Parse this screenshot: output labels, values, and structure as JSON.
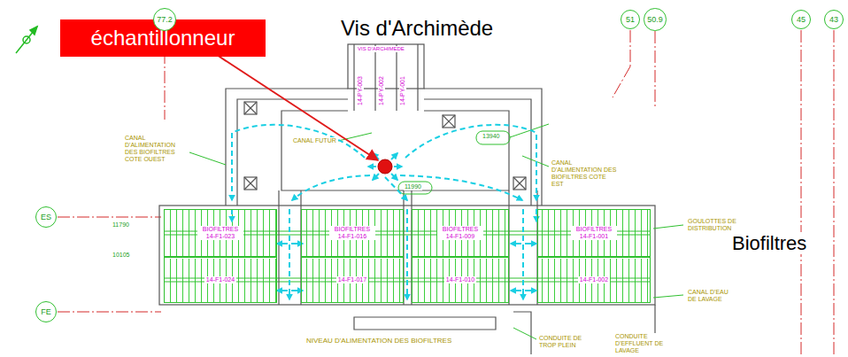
{
  "diagram": {
    "nodes": [
      {
        "text": [
          "échantillonneur"
        ]
      },
      {
        "text": [
          "77.2"
        ]
      },
      {
        "text": [
          "51"
        ]
      },
      {
        "text": [
          "50.9"
        ]
      },
      {
        "text": [
          "45"
        ]
      },
      {
        "text": [
          "43"
        ]
      },
      {
        "text": [
          "ES"
        ]
      },
      {
        "text": [
          "BIOFILTRES 14-F1-023"
        ]
      },
      {
        "text": [
          "BIOFILTRES 14-F1-016"
        ]
      },
      {
        "text": [
          "BIOFILTRES 14-F1-009"
        ]
      },
      {
        "text": [
          "BIOFILTRES 14-F1-001"
        ]
      },
      {
        "text": [
          "14-F1-024"
        ]
      },
      {
        "text": [
          "14-F1-017"
        ]
      },
      {
        "text": [
          "14-F1-010"
        ]
      },
      {
        "text": [
          "14-F1-002"
        ]
      },
      {
        "text": [
          "FE"
        ]
      }
    ],
    "labels": [
      "Vis d'Archimède",
      "VIS D'ARCHIMEDE",
      "14-PY-003",
      "14-PY-002",
      "14-PY-001",
      "CANAL D'ALIMENTATION DES BIOFILTRES COTE OUEST",
      "CANAL FUTUR",
      "13940",
      "CANAL D'ALIMENTATION DES BIOFILTRES COTE EST",
      "11990",
      "11790",
      "10105",
      "GOULOTTES DE DISTRIBUTION",
      "Biofiltres",
      "CANAL D'EAU DE LAVAGE",
      "NIVEAU D'ALIMENTATION DES BIOFILTRES",
      "CONDUITE DE TROP PLEIN",
      "CONDUITE D'EFFLUENT DE LAVAGE"
    ]
  }
}
